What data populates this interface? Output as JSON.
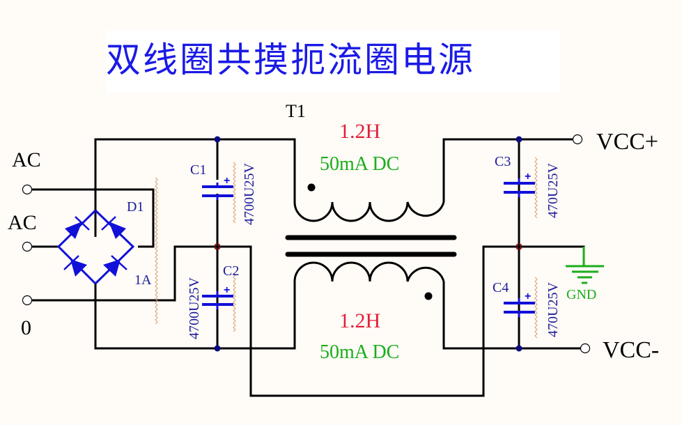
{
  "title": "双线圈共摸扼流圈电源",
  "inputs": {
    "ac1": "AC",
    "ac2": "AC",
    "zero": "0"
  },
  "bridge": {
    "ref": "D1",
    "value": "1A"
  },
  "capacitors": [
    {
      "ref": "C1",
      "value": "4700U25V"
    },
    {
      "ref": "C2",
      "value": "4700U25V"
    },
    {
      "ref": "C3",
      "value": "470U25V"
    },
    {
      "ref": "C4",
      "value": "470U25V"
    }
  ],
  "transformer": {
    "ref": "T1",
    "top_coil": {
      "inductance": "1.2H",
      "current": "50mA DC"
    },
    "bottom_coil": {
      "inductance": "1.2H",
      "current": "50mA DC"
    }
  },
  "outputs": {
    "vcc_plus": "VCC+",
    "vcc_minus": "VCC-",
    "gnd": "GND"
  },
  "colors": {
    "wire": "#000000",
    "component": "#1010d8",
    "label": "#1a1a9a",
    "inductance": "#e0203a",
    "current": "#1aae1a",
    "title": "#1a1ae6"
  }
}
